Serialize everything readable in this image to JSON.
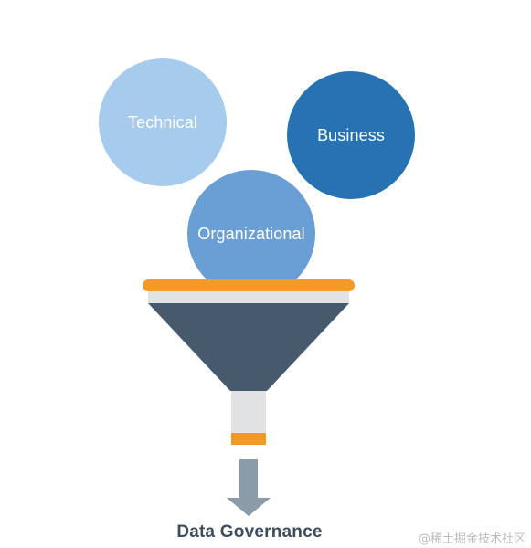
{
  "diagram": {
    "circles": [
      {
        "label": "Technical",
        "color": "#a7cbed"
      },
      {
        "label": "Business",
        "color": "#2672b3"
      },
      {
        "label": "Organizational",
        "color": "#6a9fd6"
      }
    ],
    "funnel": {
      "rim_color": "#f39a26",
      "band_color": "#e0e2e4",
      "body_color": "#475a6d",
      "spout_color": "#e0e2e4",
      "spout_ring_color": "#f39a26",
      "arrow_color": "#8b9ba9"
    },
    "caption": "Data Governance"
  },
  "watermark": "@稀土掘金技术社区"
}
